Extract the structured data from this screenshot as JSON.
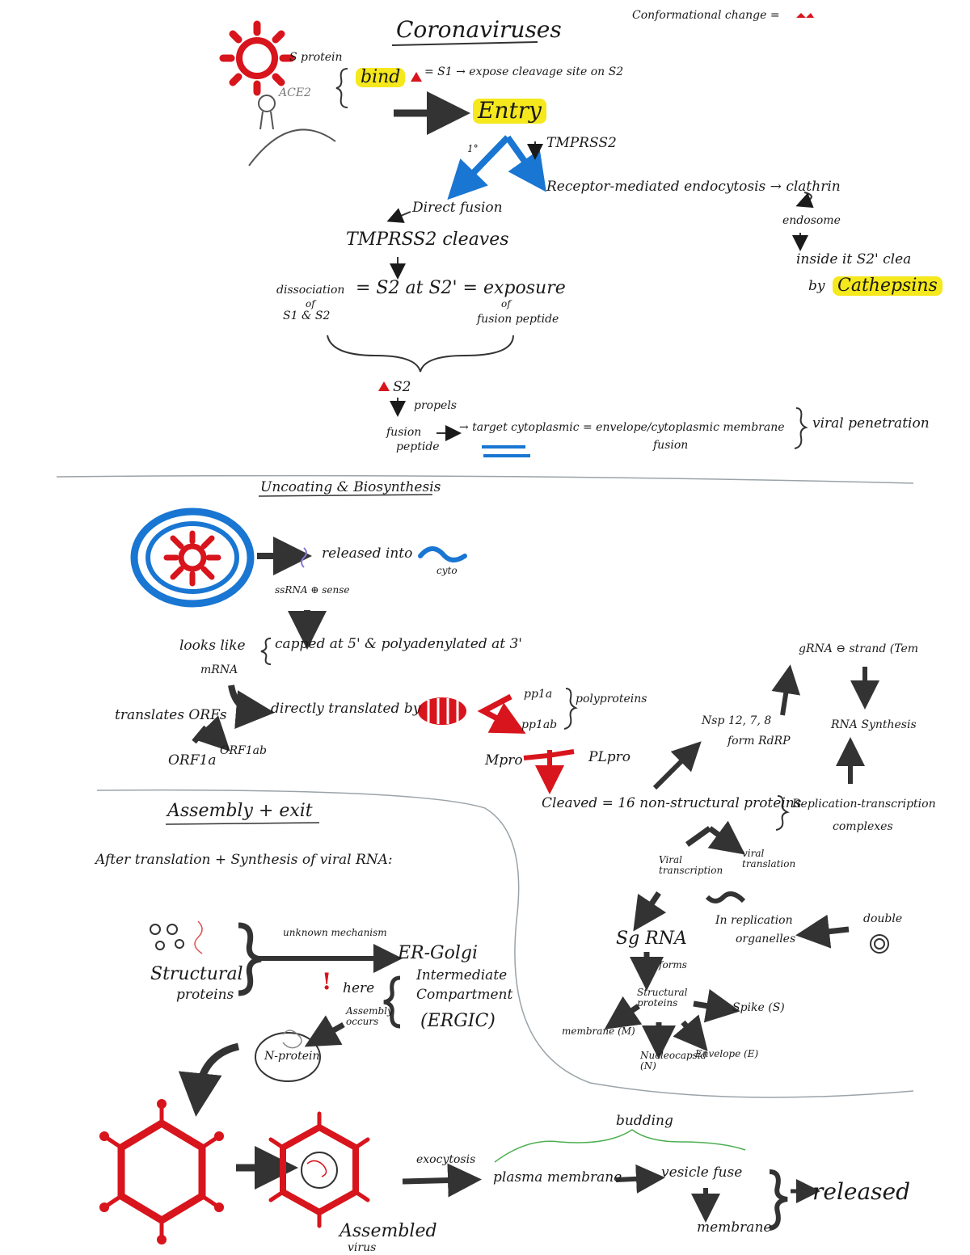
{
  "title": "Coronaviruses",
  "legend_conformational": "Conformational change =",
  "entry": {
    "s_protein": "S protein",
    "ace2": "ACE2",
    "bind": "bind",
    "s1_expose": "= S1 → expose cleavage site on S2",
    "entry": "Entry",
    "primary": "1°",
    "tmprss2_down": "TMPRSS2",
    "receptor_endocytosis": "Receptor-mediated endocytosis → clathrin",
    "endosome": "endosome",
    "inside_s2": "inside it S2' clea",
    "by": "by",
    "cathepsins": "Cathepsins",
    "direct_fusion": "Direct fusion",
    "tmprss2_cleaves": "TMPRSS2 cleaves",
    "dissociation": "dissociation",
    "of": "of",
    "s1s2": "S1 & S2",
    "s2_eq": "= S2 at S2' = exposure",
    "of2": "of",
    "fusion_peptide": "fusion peptide",
    "s2": "S2",
    "propels": "propels",
    "fusion": "fusion",
    "peptide": "peptide",
    "target": "→ target cytoplasmic = envelope/cytoplasmic membrane",
    "fusion_word": "fusion",
    "viral_penetration": "viral penetration"
  },
  "uncoating": {
    "heading": "Uncoating & Biosynthesis",
    "released": "released into",
    "cyto": "cyto",
    "ssrna": "ssRNA ⊕ sense",
    "looks_like": "looks like",
    "mrna": "mRNA",
    "capped": "capped at 5' & polyadenylated at 3'",
    "translates_orfs": "translates ORFs",
    "orf1a": "ORF1a",
    "orf1ab": "ORF1ab",
    "directly_translated": "directly translated by",
    "pp1a": "pp1a",
    "pp1ab": "pp1ab",
    "polyproteins": "polyproteins",
    "mpro": "Mpro",
    "plpro": "PLpro",
    "cleaved": "Cleaved = 16 non-structural proteins",
    "rtc": "Replication-transcription",
    "complexes": "complexes",
    "nsp": "Nsp 12, 7, 8",
    "form_rdrp": "form RdRP",
    "grna": "gRNA ⊖ strand (Tem",
    "rna_synthesis": "RNA Synthesis",
    "viral_transcription": "Viral transcription",
    "viral_translation": "viral translation",
    "in_replication": "In replication",
    "organelles": "organelles",
    "double": "double",
    "sg_rna": "Sg RNA",
    "forms": "forms",
    "structural_proteins": "Structural proteins",
    "spike": "Spike (S)",
    "membrane_m": "membrane (M)",
    "nucleocapsid": "Nucleocapsid (N)",
    "envelope": "Envelope (E)"
  },
  "assembly": {
    "heading": "Assembly + exit",
    "after": "After translation + Synthesis of viral RNA:",
    "structural": "Structural",
    "proteins": "proteins",
    "unknown_mechanism": "unknown mechanism",
    "er_golgi": "ER-Golgi",
    "intermediate": "Intermediate",
    "compartment": "Compartment",
    "ergic": "(ERGIC)",
    "exclamation": "!",
    "here": "here",
    "assembly_occurs": "Assembly occurs",
    "n_protein": "N-protein",
    "exocytosis": "exocytosis",
    "plasma_membrane": "plasma membrane",
    "vesicle_fuse": "vesicle fuse",
    "membrane": "membrane",
    "released": "released",
    "budding": "budding",
    "assembled_virus": "Assembled",
    "virus": "virus"
  },
  "colors": {
    "red": "#d8141c",
    "blue": "#1976d2",
    "ink": "#1a1a1a",
    "highlight": "#f5e81c",
    "dark_arrow": "#333333"
  }
}
